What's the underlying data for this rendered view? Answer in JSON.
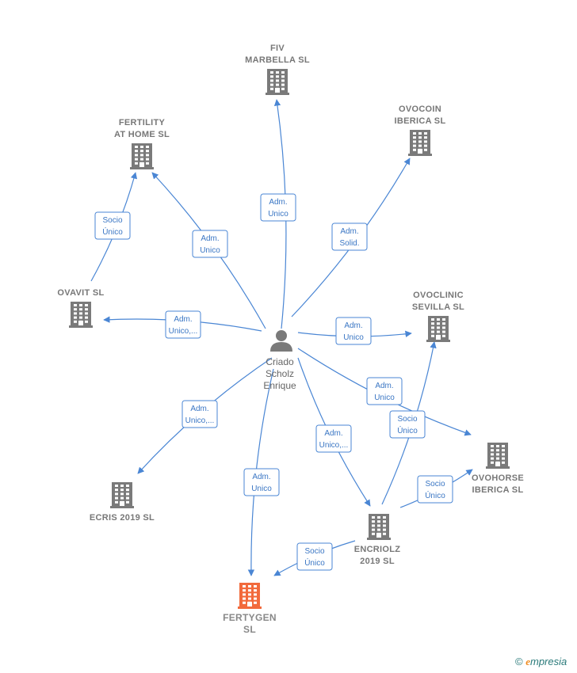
{
  "person": {
    "lines": [
      "Criado",
      "Scholz",
      "Enrique"
    ],
    "icon": "person-icon"
  },
  "companies": [
    {
      "id": "fiv",
      "lines": [
        "FIV",
        "MARBELLA SL"
      ],
      "highlight": false
    },
    {
      "id": "fertility",
      "lines": [
        "FERTILITY",
        "AT HOME  SL"
      ],
      "highlight": false
    },
    {
      "id": "ovocoin",
      "lines": [
        "OVOCOIN",
        "IBERICA  SL"
      ],
      "highlight": false
    },
    {
      "id": "ovavit",
      "lines": [
        "OVAVIT  SL"
      ],
      "highlight": false
    },
    {
      "id": "ovoclinic",
      "lines": [
        "OVOCLINIC",
        "SEVILLA  SL"
      ],
      "highlight": false
    },
    {
      "id": "ovohorse",
      "lines": [
        "OVOHORSE",
        "IBERICA  SL"
      ],
      "highlight": false
    },
    {
      "id": "ecris",
      "lines": [
        "ECRIS 2019  SL"
      ],
      "highlight": false
    },
    {
      "id": "encriolz",
      "lines": [
        "ENCRIOLZ",
        "2019  SL"
      ],
      "highlight": false
    },
    {
      "id": "fertygen",
      "lines": [
        "FERTYGEN",
        "SL"
      ],
      "highlight": true
    }
  ],
  "edges": [
    {
      "from": "person",
      "to": "fiv",
      "lines": [
        "Adm.",
        "Unico"
      ]
    },
    {
      "from": "person",
      "to": "fertility",
      "lines": [
        "Adm.",
        "Unico"
      ]
    },
    {
      "from": "person",
      "to": "ovocoin",
      "lines": [
        "Adm.",
        "Solid."
      ]
    },
    {
      "from": "ovavit",
      "to": "fertility",
      "lines": [
        "Socio",
        "Único"
      ]
    },
    {
      "from": "person",
      "to": "ovavit",
      "lines": [
        "Adm.",
        "Unico,..."
      ]
    },
    {
      "from": "person",
      "to": "ovoclinic",
      "lines": [
        "Adm.",
        "Unico"
      ]
    },
    {
      "from": "person",
      "to": "ovohorse",
      "lines": [
        "Adm.",
        "Unico"
      ]
    },
    {
      "from": "person",
      "to": "ecris",
      "lines": [
        "Adm.",
        "Unico,..."
      ]
    },
    {
      "from": "person",
      "to": "encriolz",
      "lines": [
        "Adm.",
        "Unico,..."
      ]
    },
    {
      "from": "person",
      "to": "fertygen",
      "lines": [
        "Adm.",
        "Unico"
      ]
    },
    {
      "from": "encriolz",
      "to": "ovoclinic",
      "lines": [
        "Socio",
        "Único"
      ]
    },
    {
      "from": "encriolz",
      "to": "ovohorse",
      "lines": [
        "Socio",
        "Único"
      ]
    },
    {
      "from": "encriolz",
      "to": "fertygen",
      "lines": [
        "Socio",
        "Único"
      ]
    }
  ],
  "colors": {
    "edge": "#4a86d4",
    "building": "#7a7a7a",
    "building_highlight": "#f26a3c",
    "person": "#7a7a7a"
  },
  "footer": {
    "copyright_symbol": "©",
    "brand_initial": "e",
    "brand_rest": "mpresia"
  }
}
